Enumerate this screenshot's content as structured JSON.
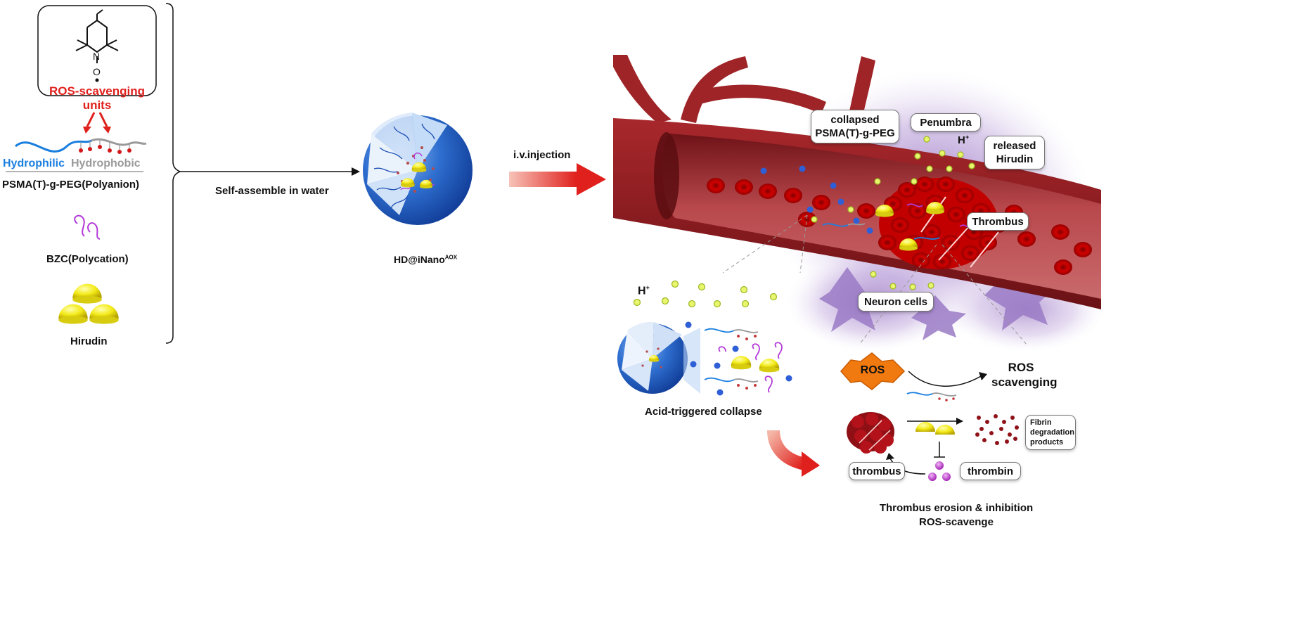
{
  "left": {
    "ros_units": "ROS-scavenging\nunits",
    "hydrophilic": "Hydrophilic",
    "hydrophobic": "Hydrophobic",
    "psma": "PSMA(T)-g-PEG(Polyanion)",
    "bzc": "BZC(Polycation)",
    "hirudin": "Hirudin",
    "molecule_atoms": {
      "n": "N",
      "o": "O"
    }
  },
  "middle": {
    "self_assemble": "Self-assemble in water",
    "nano_label": "HD@iNano",
    "nano_sup": "AOX",
    "injection": "i.v.injection"
  },
  "vessel": {
    "collapsed": "collapsed\nPSMA(T)-g-PEG",
    "penumbra": "Penumbra",
    "h_plus": "H",
    "h_sup": "+",
    "released": "released\nHirudin",
    "thrombus": "Thrombus",
    "neuron": "Neuron cells"
  },
  "acid_panel": {
    "h_plus": "H",
    "h_sup": "+",
    "caption": "Acid-triggered collapse"
  },
  "ros_panel": {
    "ros_badge": "ROS",
    "ros_scavenging": "ROS\nscavenging",
    "fibrin": "Fibrin\ndegradation\nproducts",
    "thrombus_label": "thrombus",
    "thrombin_label": "thrombin",
    "caption_line1": "Thrombus erosion & inhibition",
    "caption_line2": "ROS-scavenge"
  },
  "colors": {
    "ros_red": "#e0201c",
    "hydrophilic_blue": "#1b7fe0",
    "hydrophobic_gray": "#9a9a9a",
    "vessel_red": "#8e1f22",
    "panel_bg": "#fbe7de",
    "hirudin_yellow": "#f3ea18",
    "bzc_magenta": "#b33ad8",
    "penumbra_purple": "#8a60b8"
  }
}
